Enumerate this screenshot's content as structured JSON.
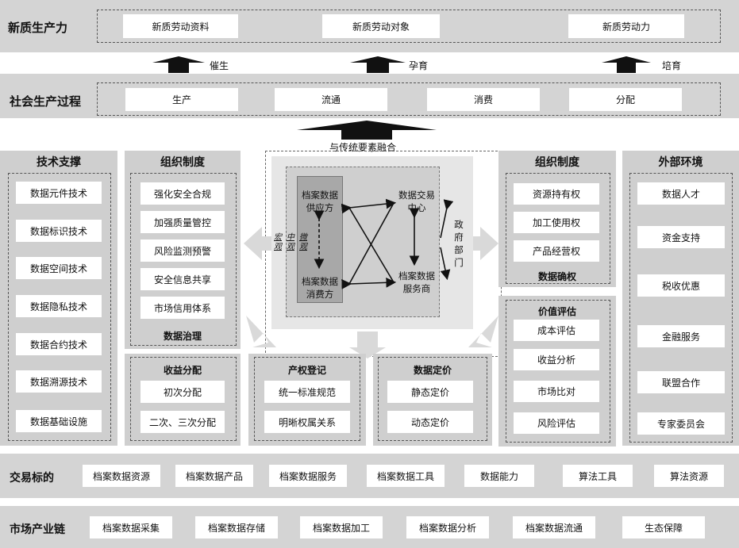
{
  "top": {
    "title": "新质生产力",
    "items": [
      "新质劳动资料",
      "新质劳动对象",
      "新质劳动力"
    ]
  },
  "arrows_up": [
    "催生",
    "孕育",
    "培育"
  ],
  "process": {
    "title": "社会生产过程",
    "items": [
      "生产",
      "流通",
      "消费",
      "分配"
    ]
  },
  "merge_label": "与传统要素融合",
  "tech": {
    "title": "技术支撑",
    "items": [
      "数据元件技术",
      "数据标识技术",
      "数据空间技术",
      "数据隐私技术",
      "数据合约技术",
      "数据溯源技术",
      "数据基础设施"
    ]
  },
  "org_left": {
    "title": "组织制度",
    "items": [
      "强化安全合规",
      "加强质量管控",
      "风险监测预警",
      "安全信息共享",
      "市场信用体系"
    ],
    "footer": "数据治理"
  },
  "center": {
    "supply": "档案数据供应方",
    "consume": "档案数据消费方",
    "exchange": "数据交易中心",
    "service": "档案数据服务商",
    "gov": "政府部门",
    "macro": "宏观",
    "meso": "中观",
    "micro": "微观"
  },
  "org_right": {
    "title": "组织制度",
    "items": [
      "资源持有权",
      "加工使用权",
      "产品经营权"
    ],
    "footer": "数据确权"
  },
  "value_eval": {
    "title": "价值评估",
    "items": [
      "成本评估",
      "收益分析",
      "市场比对",
      "风险评估"
    ]
  },
  "external": {
    "title": "外部环境",
    "items": [
      "数据人才",
      "资金支持",
      "税收优惠",
      "金融服务",
      "联盟合作",
      "专家委员会"
    ]
  },
  "income": {
    "title": "收益分配",
    "items": [
      "初次分配",
      "二次、三次分配"
    ]
  },
  "rights": {
    "title": "产权登记",
    "items": [
      "统一标准规范",
      "明晰权属关系"
    ]
  },
  "pricing": {
    "title": "数据定价",
    "items": [
      "静态定价",
      "动态定价"
    ]
  },
  "trade": {
    "title": "交易标的",
    "items": [
      "档案数据资源",
      "档案数据产品",
      "档案数据服务",
      "档案数据工具",
      "数据能力",
      "算法工具",
      "算法资源"
    ]
  },
  "chain": {
    "title": "市场产业链",
    "items": [
      "档案数据采集",
      "档案数据存储",
      "档案数据加工",
      "档案数据分析",
      "档案数据流通",
      "生态保障"
    ]
  }
}
